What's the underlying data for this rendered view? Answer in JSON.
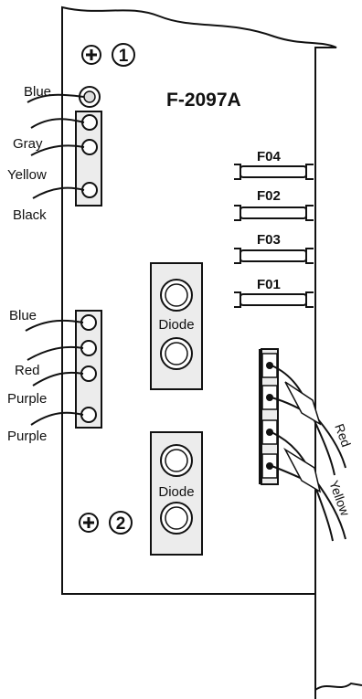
{
  "board": {
    "title": "F-2097A",
    "screw_marks": [
      {
        "number": "1",
        "icon": "screw-icon"
      },
      {
        "number": "2",
        "icon": "screw-icon"
      }
    ]
  },
  "left_connector_top": {
    "wires": [
      "Blue",
      "Gray",
      "Yellow",
      "Black"
    ]
  },
  "left_connector_bottom": {
    "wires": [
      "Blue",
      "Red",
      "Purple",
      "Purple"
    ]
  },
  "diodes": [
    {
      "label": "Diode"
    },
    {
      "label": "Diode"
    }
  ],
  "fuses": [
    {
      "label": "F04"
    },
    {
      "label": "F02"
    },
    {
      "label": "F03"
    },
    {
      "label": "F01"
    }
  ],
  "right_connector": {
    "wires": [
      "Red",
      "Yellow"
    ]
  },
  "colors": {
    "line": "#111111",
    "panel_fill": "#ececec",
    "background": "#ffffff"
  }
}
